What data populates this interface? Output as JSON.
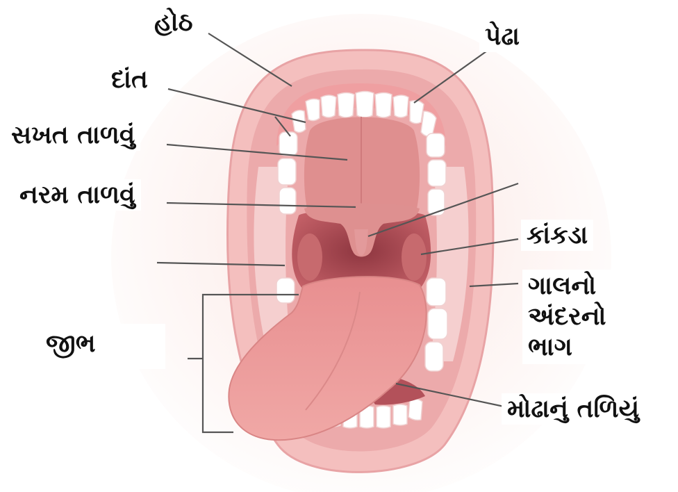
{
  "labels": {
    "lips": "હોઠ",
    "gums": "પેઢા",
    "teeth": "દાંત",
    "hard_palate": "સખત તાળવું",
    "soft_palate": "નરમ તાળવું",
    "tonsils": "કાંકડા",
    "inner_cheek": "ગાલનો\nઅંદરનો\nભાગ",
    "tongue": "જીભ",
    "mouth_floor": "મોઢાનું તળિયું"
  },
  "colors": {
    "lip": "#f2b9b8",
    "lip_dark": "#e49a9c",
    "gum": "#ebaaa9",
    "palate": "#dd8b8a",
    "throat": "#a8474f",
    "tongue": "#e79392",
    "tongue_dark": "#d77f80",
    "tooth": "#ffffff",
    "leader": "#555555"
  }
}
